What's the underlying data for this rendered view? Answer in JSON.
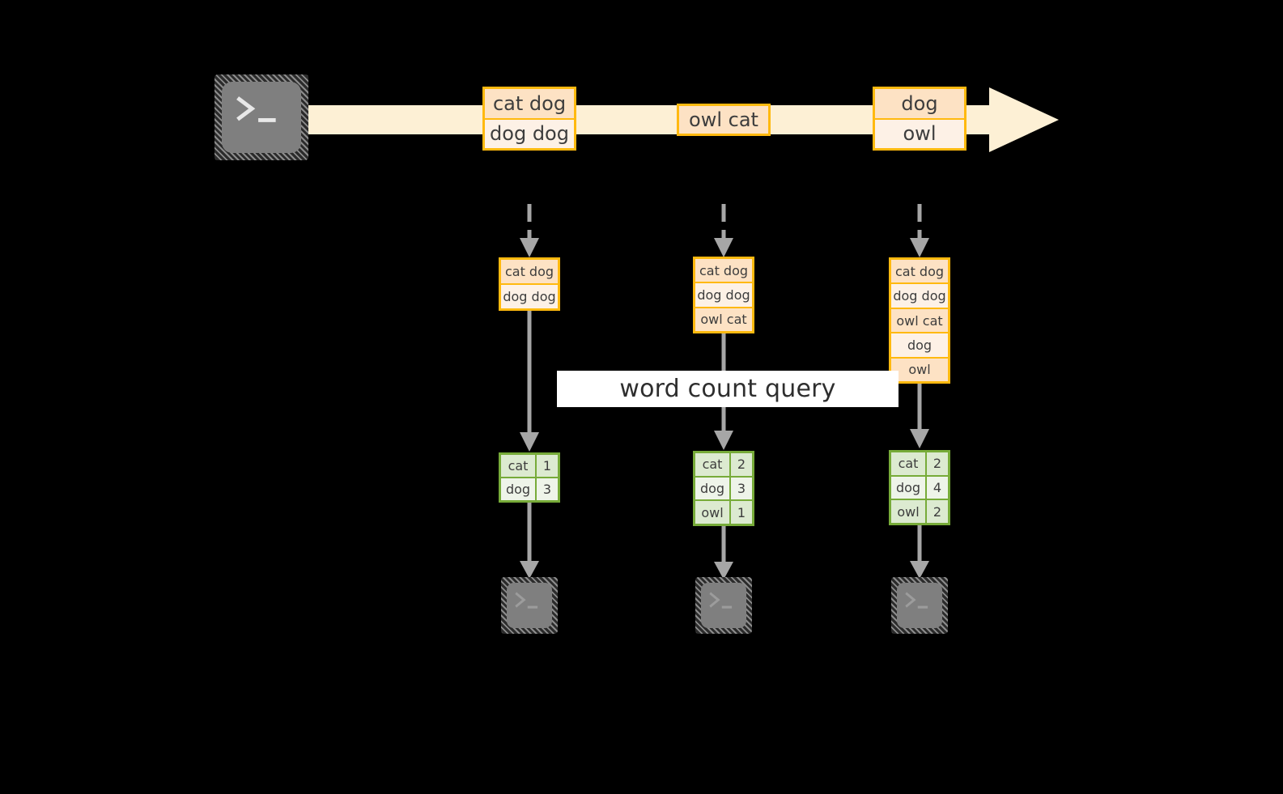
{
  "diagram": {
    "title": "word count query",
    "colors": {
      "background": "#000000",
      "stream_fill": "#fdf0d5",
      "record_border": "#ffb90f",
      "record_fill_dark": "#fde2c4",
      "record_fill_light": "#fdf1e6",
      "table_border": "#77ab39",
      "table_fill_dark": "#dcead0",
      "table_fill_light": "#eef4e9",
      "arrow_gray": "#a6a6a6",
      "terminal_body": "#7f7f7f",
      "label_band": "#ffffff",
      "text": "#3d3d3d"
    },
    "source": {
      "icon": "terminal-icon",
      "glyph": ">_"
    },
    "stream": {
      "direction": "left-to-right",
      "events": [
        {
          "id": "event-group-1",
          "records": [
            {
              "text": "cat dog",
              "shade": "dark"
            },
            {
              "text": "dog dog",
              "shade": "light"
            }
          ]
        },
        {
          "id": "event-group-2",
          "records": [
            {
              "text": "owl cat",
              "shade": "dark"
            }
          ]
        },
        {
          "id": "event-group-3",
          "records": [
            {
              "text": "dog",
              "shade": "dark"
            },
            {
              "text": "owl",
              "shade": "light"
            }
          ]
        }
      ]
    },
    "snapshots": [
      {
        "id": "snapshot-1",
        "accumulated": [
          {
            "text": "cat dog",
            "shade": "dark"
          },
          {
            "text": "dog dog",
            "shade": "light"
          }
        ],
        "result": {
          "rows": [
            {
              "word": "cat",
              "count": "1",
              "shade": "dark"
            },
            {
              "word": "dog",
              "count": "3",
              "shade": "light"
            }
          ]
        },
        "sink": {
          "icon": "terminal-icon",
          "glyph": ">_"
        }
      },
      {
        "id": "snapshot-2",
        "accumulated": [
          {
            "text": "cat dog",
            "shade": "dark"
          },
          {
            "text": "dog dog",
            "shade": "light"
          },
          {
            "text": "owl cat",
            "shade": "dark"
          }
        ],
        "result": {
          "rows": [
            {
              "word": "cat",
              "count": "2",
              "shade": "dark"
            },
            {
              "word": "dog",
              "count": "3",
              "shade": "light"
            },
            {
              "word": "owl",
              "count": "1",
              "shade": "dark"
            }
          ]
        },
        "sink": {
          "icon": "terminal-icon",
          "glyph": ">_"
        }
      },
      {
        "id": "snapshot-3",
        "accumulated": [
          {
            "text": "cat dog",
            "shade": "dark"
          },
          {
            "text": "dog dog",
            "shade": "light"
          },
          {
            "text": "owl cat",
            "shade": "dark"
          },
          {
            "text": "dog",
            "shade": "light"
          },
          {
            "text": "owl",
            "shade": "dark"
          }
        ],
        "result": {
          "rows": [
            {
              "word": "cat",
              "count": "2",
              "shade": "dark"
            },
            {
              "word": "dog",
              "count": "4",
              "shade": "light"
            },
            {
              "word": "owl",
              "count": "2",
              "shade": "dark"
            }
          ]
        },
        "sink": {
          "icon": "terminal-icon",
          "glyph": ">_"
        }
      }
    ]
  }
}
